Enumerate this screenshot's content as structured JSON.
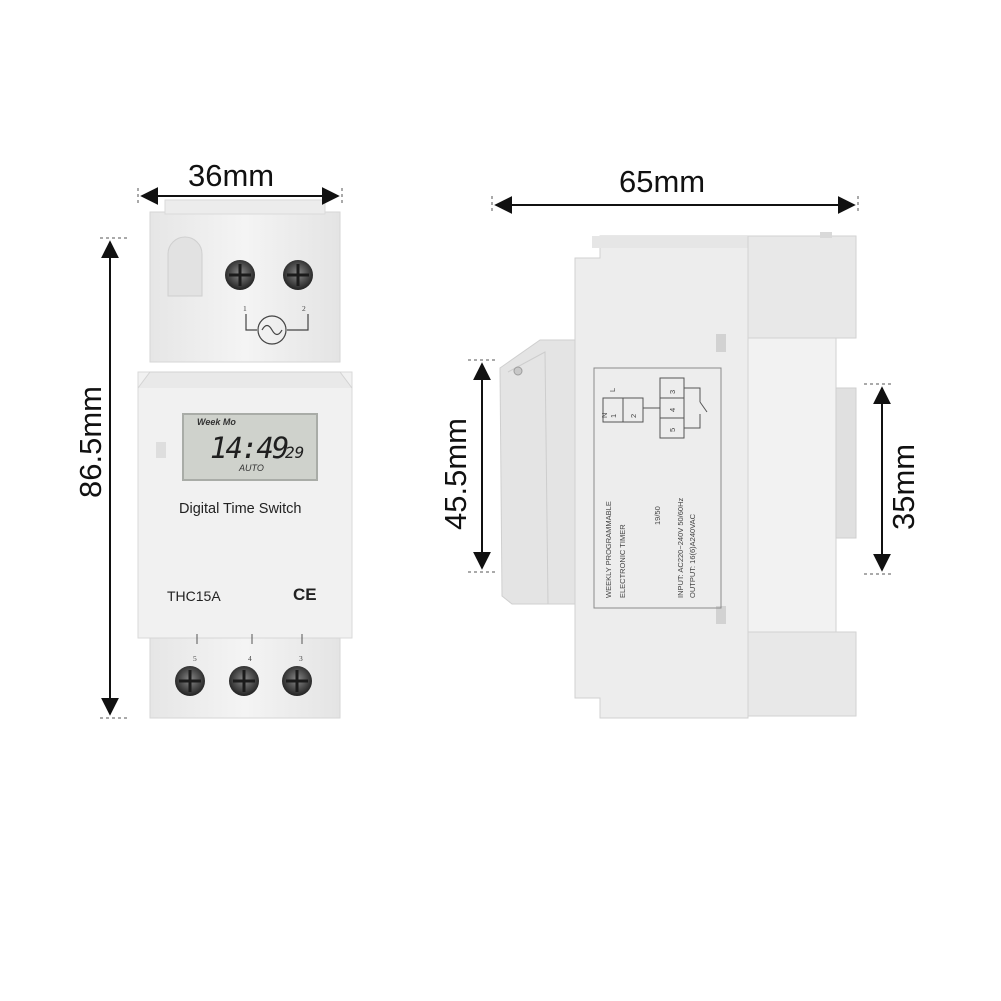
{
  "dimensions": {
    "front_width": "36mm",
    "front_height": "86.5mm",
    "side_depth": "65mm",
    "side_face_height": "45.5mm",
    "rail_height": "35mm"
  },
  "front": {
    "lcd": {
      "day_label": "Week Mo",
      "time": "14:49",
      "seconds": "29",
      "mode": "AUTO"
    },
    "product_name": "Digital Time Switch",
    "model": "THC15A",
    "ce_mark": "CE",
    "top_terminals": [
      "1",
      "2"
    ],
    "bottom_terminals": [
      "5",
      "4",
      "3"
    ]
  },
  "side": {
    "label_title_1": "WEEKLY PROGRAMMABLE",
    "label_title_2": "ELECTRONIC TIMER",
    "date_code": "19/50",
    "input_spec": "INPUT: AC220~240V  50/60Hz",
    "output_spec": "OUTPUT: 16(6)A240VAC",
    "diagram_pins": [
      "N",
      "L",
      "1",
      "2",
      "3",
      "4",
      "5"
    ]
  },
  "colors": {
    "housing": "#efefef",
    "lcd": "#cfd2cc",
    "ink": "#111111"
  }
}
